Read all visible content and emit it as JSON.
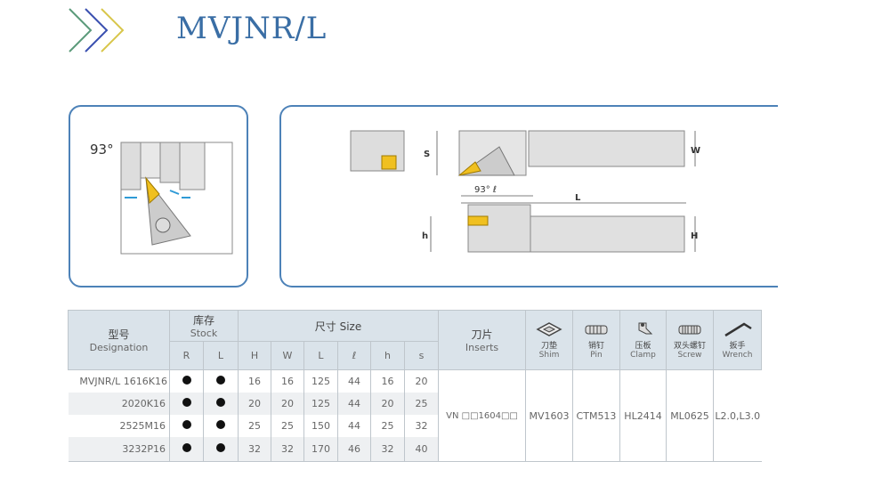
{
  "title": "MVJNR/L",
  "diagram": {
    "angle_label": "93°",
    "dim_labels": {
      "s": "S",
      "w": "W",
      "l": "L",
      "l_small": "93° ℓ",
      "h": "h",
      "H": "H"
    }
  },
  "table": {
    "headers": {
      "designation_cn": "型号",
      "designation_en": "Designation",
      "stock_cn": "库存",
      "stock_en": "Stock",
      "size": "尺寸 Size",
      "stock_cols": [
        "R",
        "L"
      ],
      "size_cols": [
        "H",
        "W",
        "L",
        "ℓ",
        "h",
        "s"
      ],
      "inserts_cn": "刀片",
      "inserts_en": "Inserts",
      "shim_cn": "刀垫",
      "shim_en": "Shim",
      "pin_cn": "销钉",
      "pin_en": "Pin",
      "clamp_cn": "压板",
      "clamp_en": "Clamp",
      "screw_cn": "双头螺钉",
      "screw_en": "Screw",
      "wrench_cn": "扳手",
      "wrench_en": "Wrench"
    },
    "rows": [
      {
        "designation": "MVJNR/L 1616K16",
        "H": "16",
        "W": "16",
        "L": "125",
        "l": "44",
        "h": "16",
        "s": "20"
      },
      {
        "designation": "2020K16",
        "H": "20",
        "W": "20",
        "L": "125",
        "l": "44",
        "h": "20",
        "s": "25"
      },
      {
        "designation": "2525M16",
        "H": "25",
        "W": "25",
        "L": "150",
        "l": "44",
        "h": "25",
        "s": "32"
      },
      {
        "designation": "3232P16",
        "H": "32",
        "W": "32",
        "L": "170",
        "l": "46",
        "h": "32",
        "s": "40"
      }
    ],
    "parts": {
      "inserts": "VN □□1604□□",
      "shim": "MV1603",
      "pin": "CTM513",
      "clamp": "HL2414",
      "screw": "ML0625",
      "wrench": "L2.0,L3.0"
    }
  }
}
